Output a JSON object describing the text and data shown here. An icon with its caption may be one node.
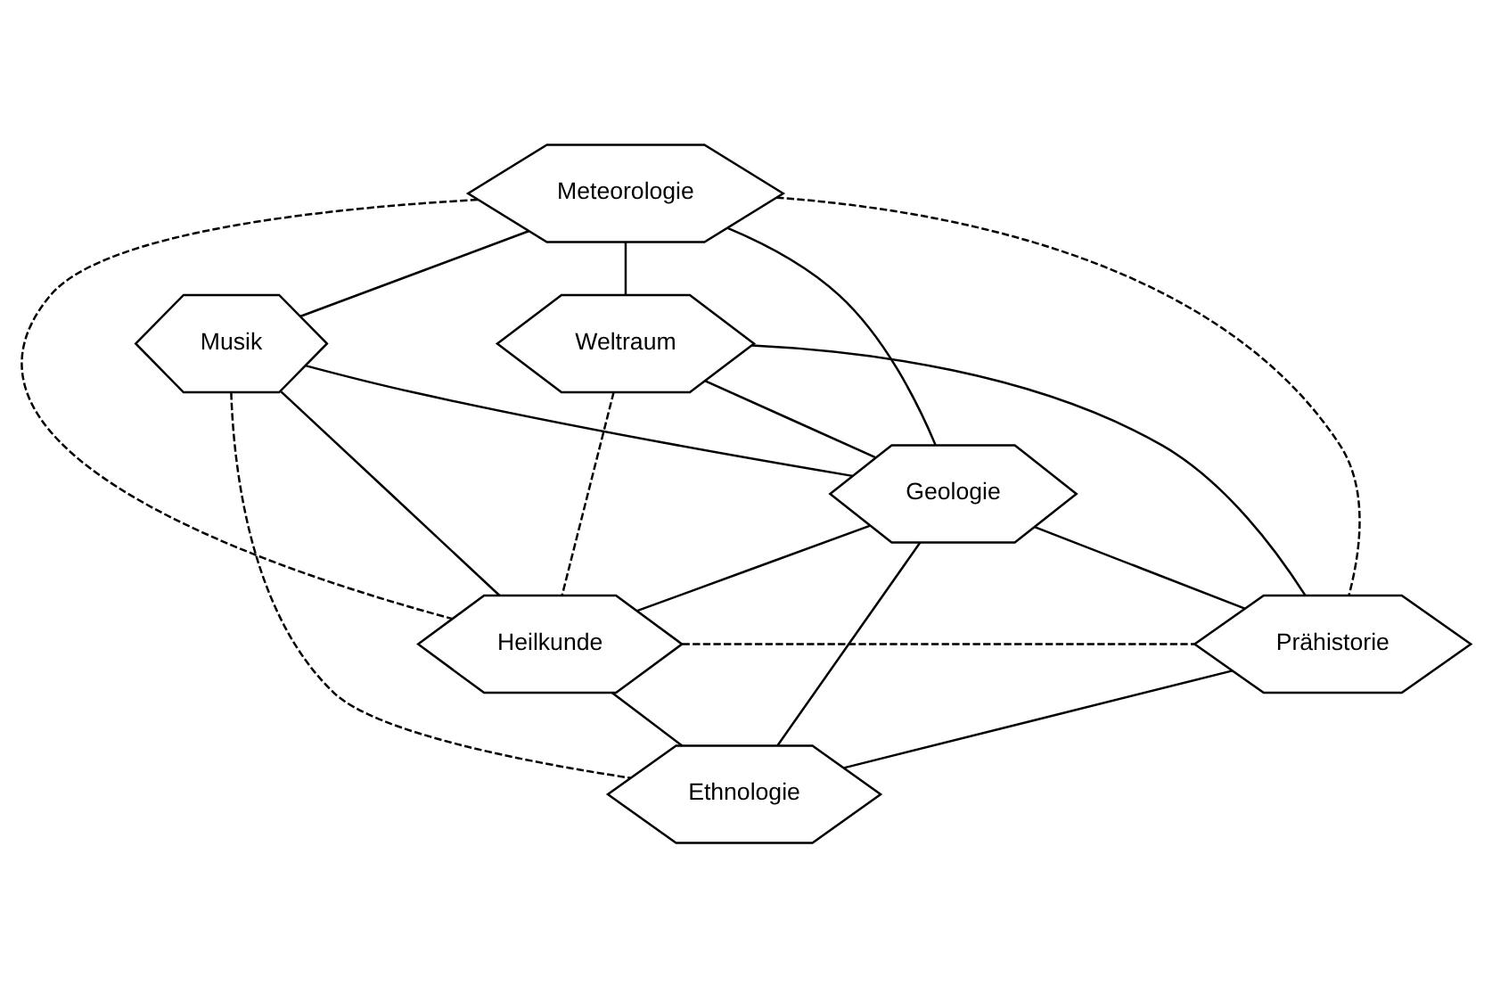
{
  "diagram": {
    "nodes": [
      {
        "text": [
          "Meteorologie"
        ]
      },
      {
        "text": [
          "Musik"
        ]
      },
      {
        "text": [
          "Weltraum"
        ]
      },
      {
        "text": [
          "Geologie"
        ]
      },
      {
        "text": [
          "Heilkunde"
        ]
      },
      {
        "text": [
          "Prähistorie"
        ]
      },
      {
        "text": [
          "Ethnologie"
        ]
      }
    ],
    "edges": [
      {
        "from": 0,
        "to": 1,
        "arrow": "none"
      },
      {
        "from": 0,
        "to": 2,
        "arrow": "none"
      },
      {
        "from": 0,
        "to": 3,
        "arrow": "none"
      },
      {
        "from": 0,
        "to": 4,
        "arrow": "none",
        "style": "dashed"
      },
      {
        "from": 0,
        "to": 5,
        "arrow": "none",
        "style": "dashed"
      },
      {
        "from": 1,
        "to": 3,
        "arrow": "none"
      },
      {
        "from": 1,
        "to": 4,
        "arrow": "none"
      },
      {
        "from": 1,
        "to": 6,
        "arrow": "none",
        "style": "dashed"
      },
      {
        "from": 2,
        "to": 3,
        "arrow": "none"
      },
      {
        "from": 2,
        "to": 5,
        "arrow": "none"
      },
      {
        "from": 2,
        "to": 4,
        "arrow": "none",
        "style": "dashed"
      },
      {
        "from": 3,
        "to": 4,
        "arrow": "none"
      },
      {
        "from": 3,
        "to": 5,
        "arrow": "none"
      },
      {
        "from": 3,
        "to": 6,
        "arrow": "none"
      },
      {
        "from": 4,
        "to": 5,
        "arrow": "none",
        "style": "dashed"
      },
      {
        "from": 4,
        "to": 6,
        "arrow": "none"
      },
      {
        "from": 5,
        "to": 6,
        "arrow": "none"
      }
    ]
  }
}
